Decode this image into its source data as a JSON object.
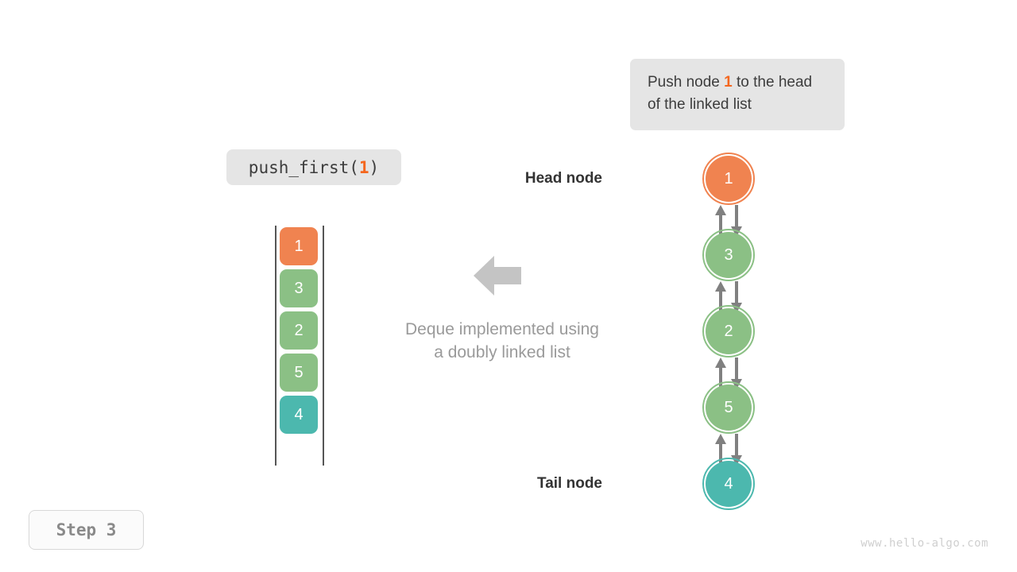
{
  "callout": {
    "text_before": "Push node ",
    "accent": "1",
    "text_after": " to the head of the linked list"
  },
  "operation": {
    "name": "push_first(",
    "argument": "1",
    "close": ")"
  },
  "caption": {
    "line1": "Deque implemented using",
    "line2": "a doubly linked list"
  },
  "deque": {
    "cells": [
      {
        "value": "1",
        "color": "#f08350"
      },
      {
        "value": "3",
        "color": "#8bc085"
      },
      {
        "value": "2",
        "color": "#8bc085"
      },
      {
        "value": "5",
        "color": "#8bc085"
      },
      {
        "value": "4",
        "color": "#4cb8ae"
      }
    ]
  },
  "linked_list": {
    "head_label": "Head node",
    "tail_label": "Tail node",
    "nodes": [
      {
        "value": "1",
        "color": "#f08350"
      },
      {
        "value": "3",
        "color": "#8bc085"
      },
      {
        "value": "2",
        "color": "#8bc085"
      },
      {
        "value": "5",
        "color": "#8bc085"
      },
      {
        "value": "4",
        "color": "#4cb8ae"
      }
    ],
    "edge_count": 4,
    "arrow_color": "#808080"
  },
  "step_badge": {
    "label": "Step  3"
  },
  "watermark": {
    "text": "www.hello-algo.com"
  },
  "colors": {
    "accent_orange": "#f4671f",
    "node_orange": "#f08350",
    "node_green": "#8bc085",
    "node_teal": "#4cb8ae",
    "bubble_bg": "#e5e5e5",
    "caption_gray": "#9a9a9a",
    "big_arrow_gray": "#c4c4c4",
    "rail_gray": "#555555"
  },
  "big_arrow": {
    "direction": "left"
  }
}
